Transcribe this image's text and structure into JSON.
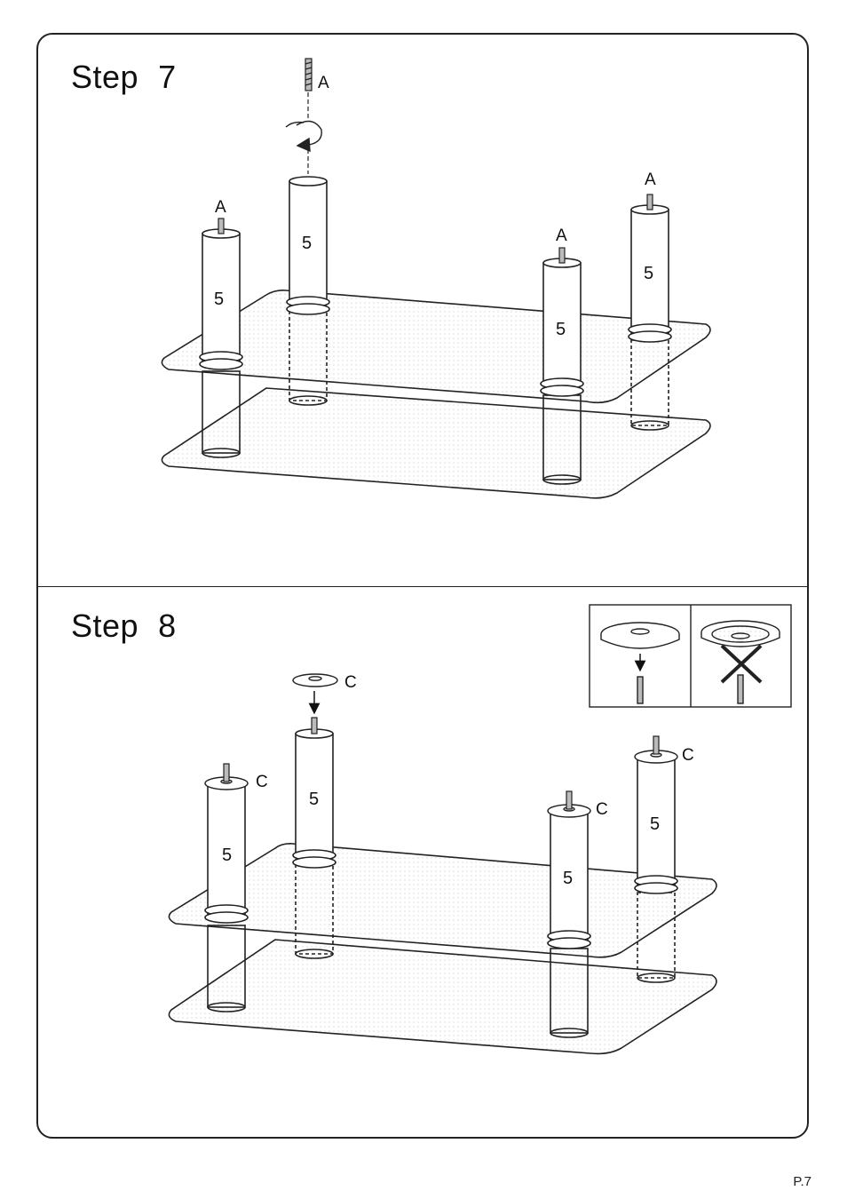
{
  "page": {
    "number": "P.7"
  },
  "step7": {
    "title_word": "Step",
    "title_number": "7",
    "part_label": "A",
    "leg_label": "5"
  },
  "step8": {
    "title_word": "Step",
    "title_number": "8",
    "part_label": "C",
    "leg_label": "5",
    "inset": {
      "correct_icon": "check-orientation",
      "wrong_icon": "cross-mark-icon"
    }
  },
  "colors": {
    "line": "#222222",
    "glass_dot": "#9a9a9a"
  }
}
